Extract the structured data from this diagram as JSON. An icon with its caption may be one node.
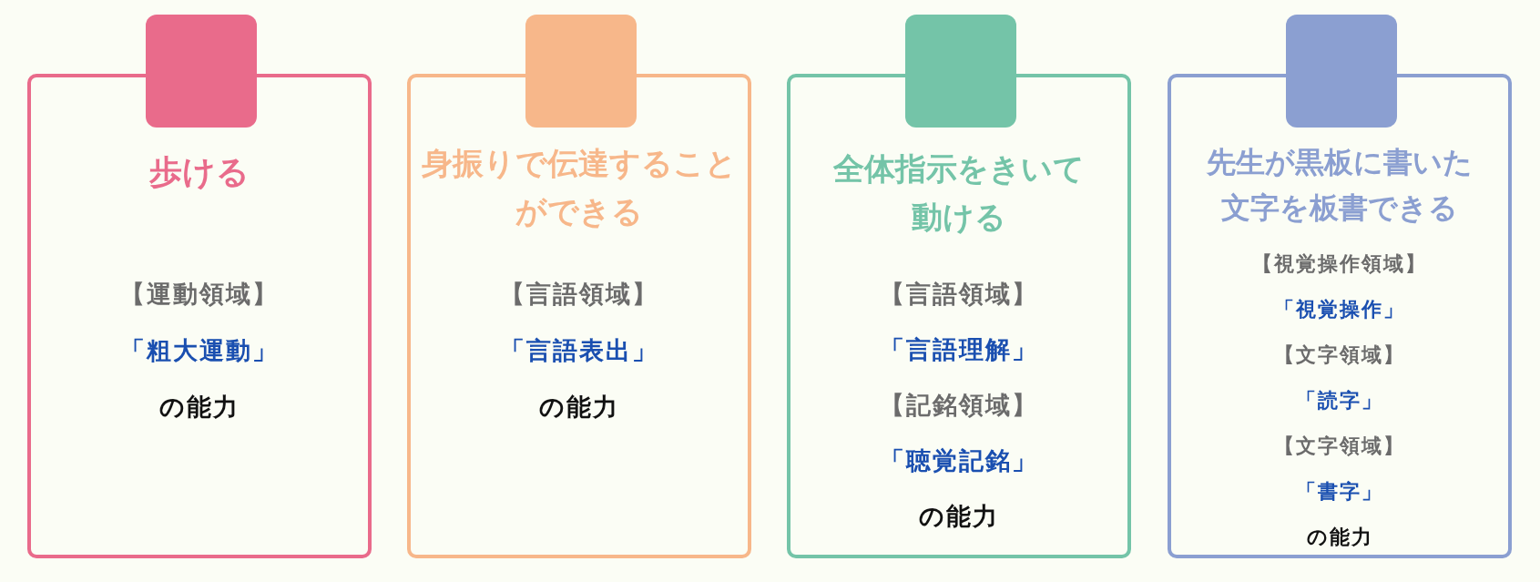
{
  "diagram": {
    "nodes": [
      {
        "text": [
          "歩ける",
          "【運動領域】",
          "「粗大運動」",
          "の能力"
        ]
      },
      {
        "text": [
          "身振りで伝達することができる",
          "【言語領域】",
          "「言語表出」",
          "の能力"
        ]
      },
      {
        "text": [
          "全体指示をきいて動ける",
          "【言語領域】",
          "「言語理解」",
          "【記銘領域】",
          "「聴覚記銘」",
          "の能力"
        ]
      },
      {
        "text": [
          "先生が黒板に書いた文字を板書できる",
          "【視覚操作領域】",
          "「視覚操作」",
          "【文字領域】",
          "「読字」",
          "【文字領域】",
          "「書字」",
          "の能力"
        ]
      },
      {
        "text": [],
        "shape": "box"
      },
      {
        "text": [],
        "shape": "box"
      },
      {
        "text": [],
        "shape": "box"
      },
      {
        "text": [],
        "shape": "box"
      }
    ]
  }
}
